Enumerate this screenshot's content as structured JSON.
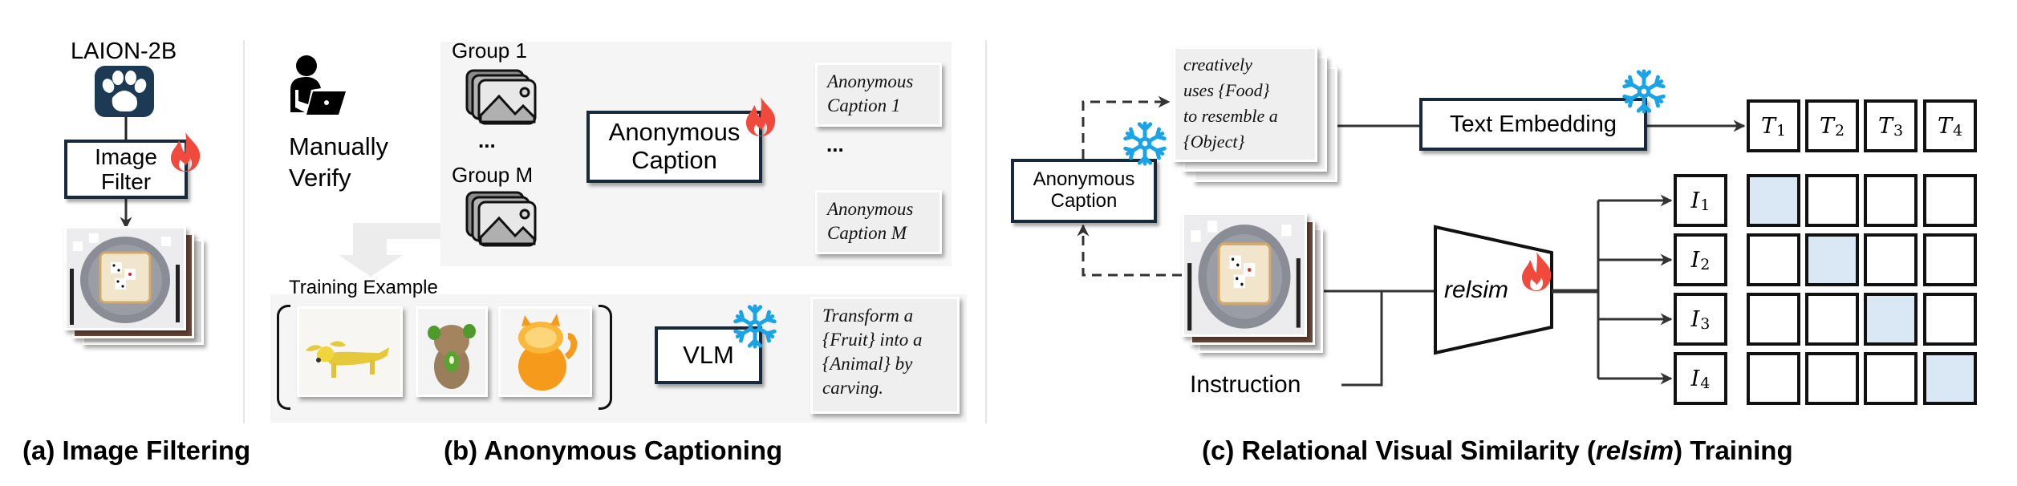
{
  "panel_a": {
    "dataset_label": "LAION-2B",
    "dataset_icon": "paw-icon",
    "filter_label": "Image\nFilter",
    "filter_status_icon": "fire-icon",
    "output_images_icon": "photo-stack-food-dice",
    "caption": "(a) Image Filtering"
  },
  "panel_b": {
    "verify_icon": "person-laptop-icon",
    "verify_label_line1": "Manually",
    "verify_label_line2": "Verify",
    "group_first": "Group 1",
    "group_ellipsis": "...",
    "group_last": "Group M",
    "group_icon": "image-stack-icon",
    "captioner_label_line1": "Anonymous",
    "captioner_label_line2": "Caption",
    "captioner_status_icon": "fire-icon",
    "captions": [
      "Anonymous\nCaption 1",
      "Anonymous\nCaption M"
    ],
    "captions_ellipsis": "...",
    "training_example_label": "Training Example",
    "training_images": [
      "banana-dog",
      "kiwi-koala",
      "orange-cat"
    ],
    "vlm_label": "VLM",
    "vlm_status_icon": "snowflake-icon",
    "vlm_output": "Transform a\n{Fruit} into a\n{Animal} by\ncarving.",
    "caption": "(b) Anonymous Captioning"
  },
  "panel_c": {
    "captioner_label_line1": "Anonymous",
    "captioner_label_line2": "Caption",
    "captioner_status_icon": "snowflake-icon",
    "anonymous_caption_text": "creatively\nuses {Food}\nto resemble a\n{Object}",
    "text_embedding_label": "Text Embedding",
    "text_embedding_status_icon": "snowflake-icon",
    "instruction_label": "Instruction",
    "model_label": "relsim",
    "model_status_icon": "fire-icon",
    "text_tokens": [
      {
        "sym": "T",
        "sub": "1"
      },
      {
        "sym": "T",
        "sub": "2"
      },
      {
        "sym": "T",
        "sub": "3"
      },
      {
        "sym": "T",
        "sub": "4"
      }
    ],
    "image_tokens": [
      {
        "sym": "I",
        "sub": "1"
      },
      {
        "sym": "I",
        "sub": "2"
      },
      {
        "sym": "I",
        "sub": "3"
      },
      {
        "sym": "I",
        "sub": "4"
      }
    ],
    "similarity_matrix_positives": [
      [
        1,
        0,
        0,
        0
      ],
      [
        0,
        1,
        0,
        0
      ],
      [
        0,
        0,
        1,
        0
      ],
      [
        0,
        0,
        0,
        1
      ]
    ],
    "caption_prefix": "(c) Relational Visual Similarity (",
    "caption_italic": "relsim",
    "caption_suffix": ") Training"
  },
  "colors": {
    "box_border": "#17293a",
    "panel_bg": "#f5f5f5",
    "fire": "#ef4a3c",
    "snowflake": "#1aa3e6",
    "match_cell": "#dae7f5",
    "paw_bg": "#1d3a55"
  }
}
